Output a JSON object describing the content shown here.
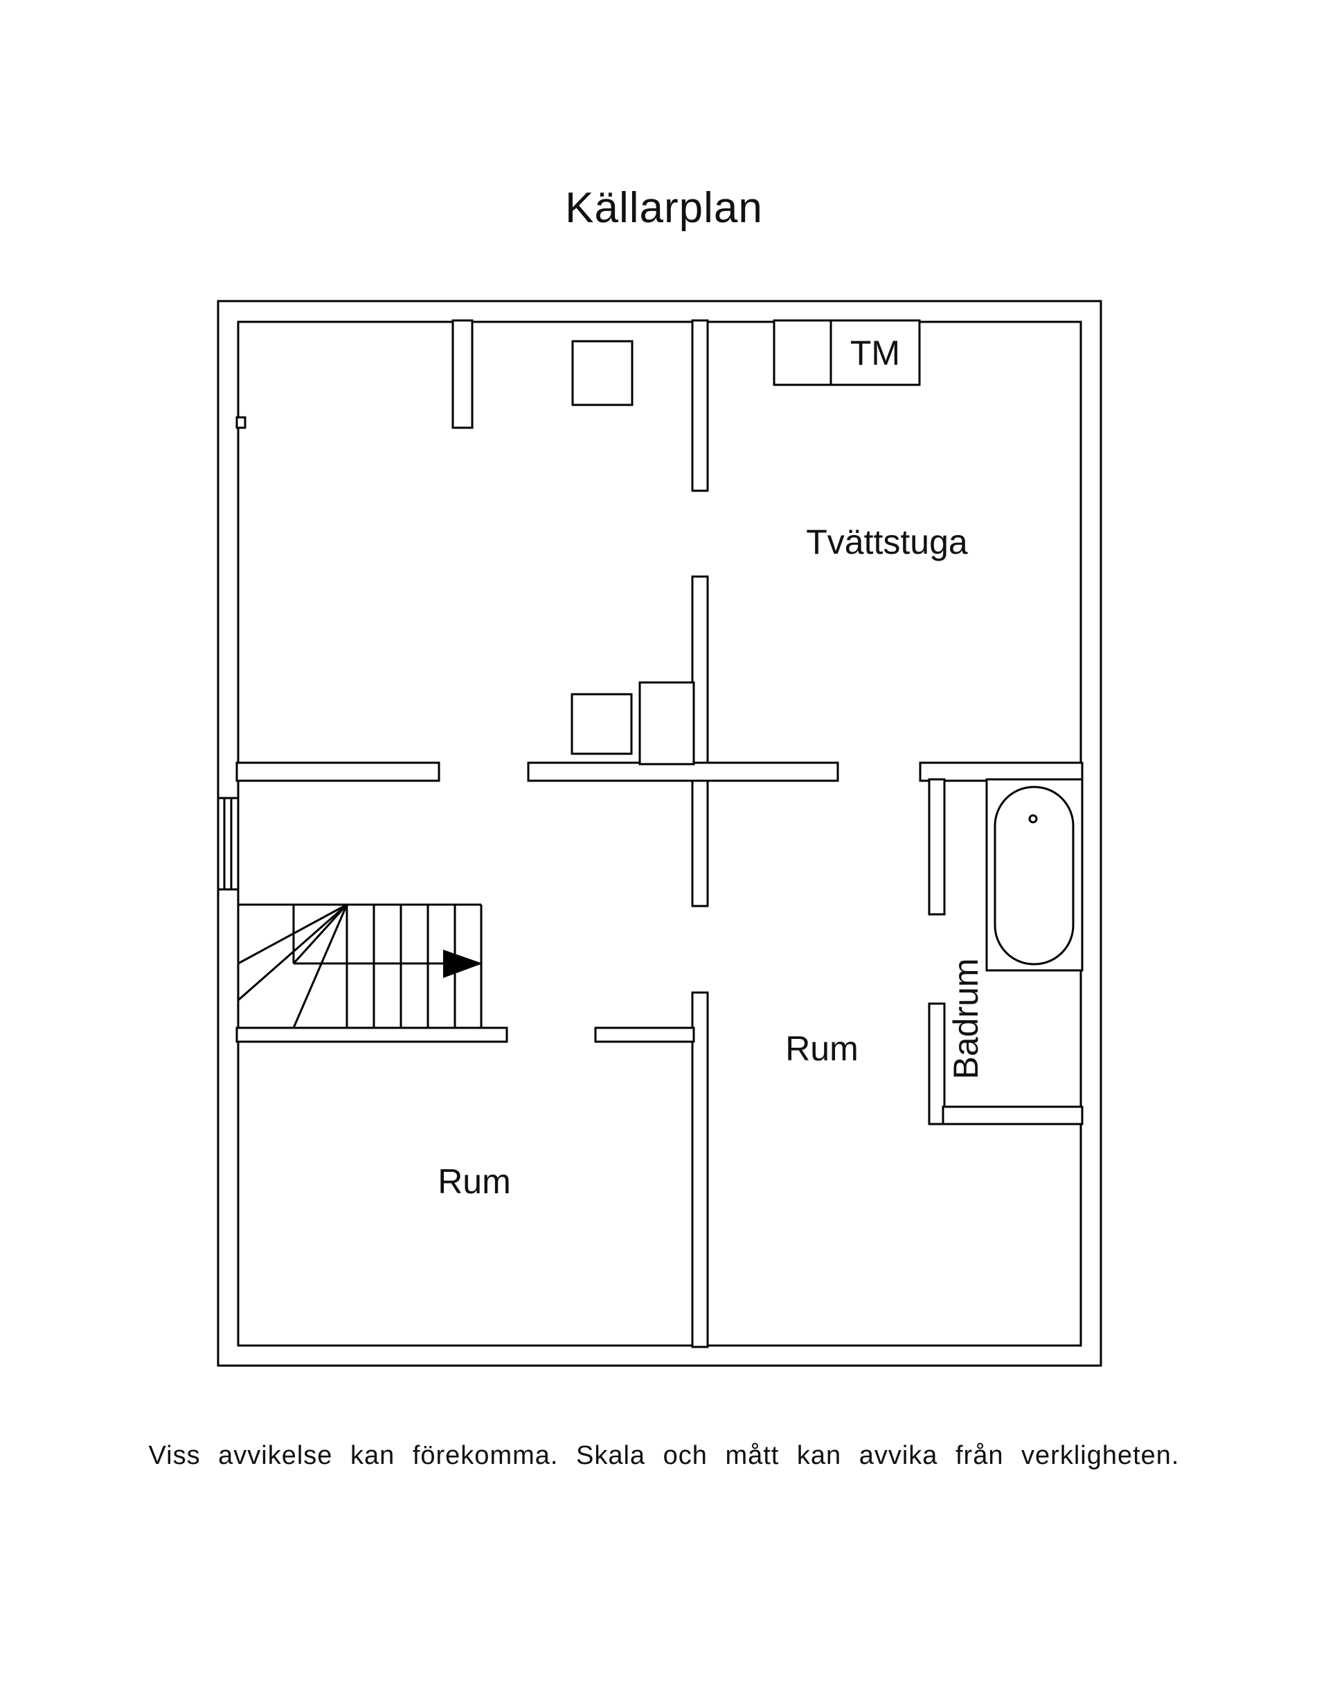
{
  "title": "Källarplan",
  "rooms": {
    "laundry": "Tvättstuga",
    "room_right": "Rum",
    "room_left": "Rum",
    "bathroom": "Badrum"
  },
  "fixtures": {
    "tm": "TM"
  },
  "disclaimer": "Viss avvikelse kan förekomma. Skala och mått kan avvika från verkligheten."
}
